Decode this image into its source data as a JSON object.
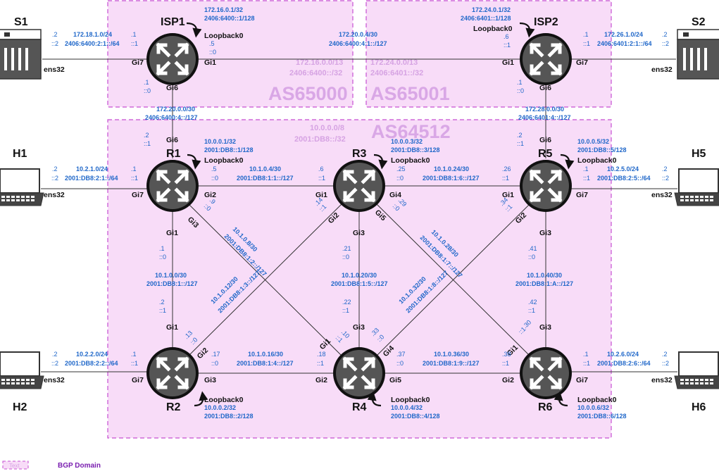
{
  "colors": {
    "domain_fill": "#f8dcf8",
    "domain_border": "#c64fd2",
    "as_label": "#d9a7e6",
    "address": "#1f67c9",
    "legend_text": "#7a1fb0"
  },
  "domains": {
    "as65000": {
      "name": "AS65000",
      "prefix_v4": "172.16.0.0/13",
      "prefix_v6": "2406:6400::/32"
    },
    "as65001": {
      "name": "AS65001",
      "prefix_v4": "172.24.0.0/13",
      "prefix_v6": "2406:6401::/32"
    },
    "as64512": {
      "name": "AS64512",
      "prefix_v4": "10.0.0.0/8",
      "prefix_v6": "2001:DB8::/32"
    }
  },
  "legend": {
    "box_text": "Text",
    "label": "BGP Domain"
  },
  "nodes": {
    "isp1": {
      "name": "ISP1",
      "lo_label": "Loopback0",
      "lo_v4": "172.16.0.1/32",
      "lo_v6": "2406:6400::1/128"
    },
    "isp2": {
      "name": "ISP2",
      "lo_label": "Loopback0",
      "lo_v4": "172.24.0.1/32",
      "lo_v6": "2406:6401::1/128"
    },
    "r1": {
      "name": "R1",
      "lo_label": "Loopback0",
      "lo_v4": "10.0.0.1/32",
      "lo_v6": "2001:DB8::1/128"
    },
    "r2": {
      "name": "R2",
      "lo_label": "Loopback0",
      "lo_v4": "10.0.0.2/32",
      "lo_v6": "2001:DB8::2/128"
    },
    "r3": {
      "name": "R3",
      "lo_label": "Loopback0",
      "lo_v4": "10.0.0.3/32",
      "lo_v6": "2001:DB8::3/128"
    },
    "r4": {
      "name": "R4",
      "lo_label": "Loopback0",
      "lo_v4": "10.0.0.4/32",
      "lo_v6": "2001:DB8::4/128"
    },
    "r5": {
      "name": "R5",
      "lo_label": "Loopback0",
      "lo_v4": "10.0.0.5/32",
      "lo_v6": "2001:DB8::5/128"
    },
    "r6": {
      "name": "R6",
      "lo_label": "Loopback0",
      "lo_v4": "10.0.0.6/32",
      "lo_v6": "2001:DB8::6/128"
    },
    "s1": {
      "name": "S1",
      "if": "ens32"
    },
    "s2": {
      "name": "S2",
      "if": "ens32"
    },
    "h1": {
      "name": "H1",
      "if": "ens32"
    },
    "h2": {
      "name": "H2",
      "if": "ens32"
    },
    "h5": {
      "name": "H5",
      "if": "ens32"
    },
    "h6": {
      "name": "H6",
      "if": "ens32"
    }
  },
  "links": {
    "s1_isp1": {
      "v4": "172.18.1.0/24",
      "v6": "2406:6400:2:1::/64",
      "a_v4": ".2",
      "a_v6": "::2",
      "b_v4": ".1",
      "b_v6": "::1",
      "b_if": "Gi7"
    },
    "isp1_isp2": {
      "v4": "172.20.0.4/30",
      "v6": "2406:6400:4:1::/127",
      "a_v4": ".5",
      "a_v6": "::0",
      "a_if": "Gi1",
      "b_v4": ".6",
      "b_v6": "::1",
      "b_if": "Gi1"
    },
    "isp2_s2": {
      "v4": "172.26.1.0/24",
      "v6": "2406:6401:2:1::/64",
      "a_v4": ".1",
      "a_v6": "::1",
      "a_if": "Gi7",
      "b_v4": ".2",
      "b_v6": "::2"
    },
    "isp1_r1": {
      "v4": "172.20.0.0/30",
      "v6": "2406:6400:4::/127",
      "a_v4": ".1",
      "a_v6": "::0",
      "a_if": "Gi6",
      "b_v4": ".2",
      "b_v6": "::1",
      "b_if": "Gi6"
    },
    "isp2_r5": {
      "v4": "172.28.0.0/30",
      "v6": "2406:6401:4::/127",
      "a_v4": ".1",
      "a_v6": "::0",
      "a_if": "Gi6",
      "b_v4": ".2",
      "b_v6": "::1",
      "b_if": "Gi6"
    },
    "h1_r1": {
      "v4": "10.2.1.0/24",
      "v6": "2001:DB8:2:1::/64",
      "a_v4": ".2",
      "a_v6": "::2",
      "b_v4": ".1",
      "b_v6": "::1",
      "b_if": "Gi7"
    },
    "r1_r3": {
      "v4": "10.1.0.4/30",
      "v6": "2001:DB8:1:1::/127",
      "a_v4": ".5",
      "a_v6": "::0",
      "a_if": "Gi2",
      "b_v4": ".6",
      "b_v6": "::1",
      "b_if": "Gi1"
    },
    "r3_r5": {
      "v4": "10.1.0.24/30",
      "v6": "2001:DB8:1:6::/127",
      "a_v4": ".25",
      "a_v6": "::0",
      "a_if": "Gi4",
      "b_v4": ".26",
      "b_v6": "::1",
      "b_if": "Gi1"
    },
    "r5_h5": {
      "v4": "10.2.5.0/24",
      "v6": "2001:DB8:2:5::/64",
      "a_v4": ".1",
      "a_v6": "::1",
      "a_if": "Gi7",
      "b_v4": ".2",
      "b_v6": "::2"
    },
    "r1_r2": {
      "v4": "10.1.0.0/30",
      "v6": "2001:DB8:1::/127",
      "a_v4": ".1",
      "a_v6": "::0",
      "a_if": "Gi1",
      "b_v4": ".2",
      "b_v6": "::1",
      "b_if": "Gi1"
    },
    "r1_r4": {
      "v4": "10.1.0.8/30",
      "v6": "2001:DB8:1:2::/127",
      "a_v4": ".9",
      "a_v6": "::0",
      "a_if": "Gi3",
      "b_v4": ".10",
      "b_v6": "::1",
      "b_if": "Gi1"
    },
    "r2_r3": {
      "v4": "10.1.0.12/30",
      "v6": "2001:DB8:1:3::/127",
      "a_v4": ".13",
      "a_v6": "::0",
      "a_if": "Gi2",
      "b_v4": ".14",
      "b_v6": "::1",
      "b_if": "Gi2"
    },
    "r3_r4": {
      "v4": "10.1.0.20/30",
      "v6": "2001:DB8:1:5::/127",
      "a_v4": ".21",
      "a_v6": "::0",
      "a_if": "Gi3",
      "b_v4": ".22",
      "b_v6": "::1",
      "b_if": "Gi3"
    },
    "r3_r6": {
      "v4": "10.1.0.28/30",
      "v6": "2001:DB8:1:7::/127",
      "a_v4": ".29",
      "a_v6": "::0",
      "a_if": "Gi5",
      "b_v4": ".30",
      "b_v6": "::1",
      "b_if": "Gi1"
    },
    "r4_r5": {
      "v4": "10.1.0.32/30",
      "v6": "2001:DB8:1:8::/127",
      "a_v4": ".33",
      "a_v6": "::0",
      "a_if": "Gi4",
      "b_v4": ".34",
      "b_v6": "::1",
      "b_if": "Gi2"
    },
    "r5_r6": {
      "v4": "10.1.0.40/30",
      "v6": "2001:DB8:1:A::/127",
      "a_v4": ".41",
      "a_v6": "::0",
      "a_if": "Gi3",
      "b_v4": ".42",
      "b_v6": "::1",
      "b_if": "Gi3"
    },
    "h2_r2": {
      "v4": "10.2.2.0/24",
      "v6": "2001:DB8:2:2::/64",
      "a_v4": ".2",
      "a_v6": "::2",
      "b_v4": ".1",
      "b_v6": "::1",
      "b_if": "Gi7"
    },
    "r2_r4": {
      "v4": "10.1.0.16/30",
      "v6": "2001:DB8:1:4::/127",
      "a_v4": ".17",
      "a_v6": "::0",
      "a_if": "Gi3",
      "b_v4": ".18",
      "b_v6": "::1",
      "b_if": "Gi2"
    },
    "r4_r6": {
      "v4": "10.1.0.36/30",
      "v6": "2001:DB8:1:9::/127",
      "a_v4": ".37",
      "a_v6": "::0",
      "a_if": "Gi5",
      "b_v4": ".38",
      "b_v6": "::1",
      "b_if": "Gi2"
    },
    "r6_h6": {
      "v4": "10.2.6.0/24",
      "v6": "2001:DB8:2:6::/64",
      "a_v4": ".1",
      "a_v6": "::1",
      "a_if": "Gi7",
      "b_v4": ".2",
      "b_v6": "::2"
    }
  }
}
